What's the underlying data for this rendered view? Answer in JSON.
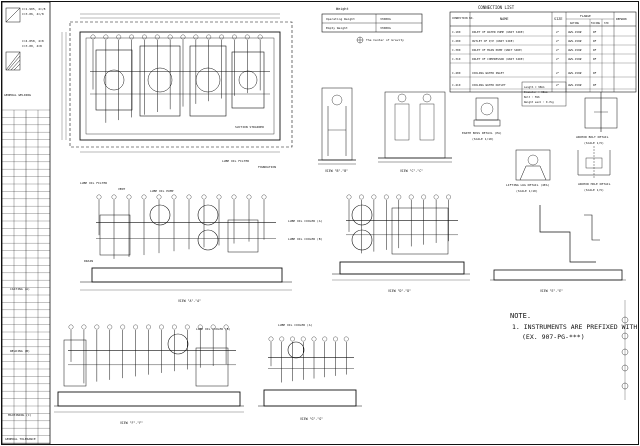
{
  "side_table": {
    "rows": [
      "C=1.905, 4=/8",
      "C=3.06, 4=/8",
      "C=4.858, 4=8",
      "C=3.00, 4=8",
      "GENERAL WELDING",
      "CASTING (A)",
      "WELDING (B)",
      "MACHINING (C)",
      "GENERAL TOLERANCE"
    ]
  },
  "weight_table": {
    "header": "Weight",
    "rows": [
      {
        "label": "Operating Weight",
        "value": "3300KG"
      },
      {
        "label": "Empty Weight",
        "value": "3300KG"
      }
    ],
    "cog_label": "The Center of Gravity"
  },
  "connection_list": {
    "title": "CONNECTION LIST",
    "headers": [
      "CONNECTION NO.",
      "NAME",
      "SIZE",
      "FLANGE",
      "REMARK"
    ],
    "subheaders": [
      "RATING",
      "FACING",
      "STD"
    ],
    "rows": [
      {
        "no": "C-100",
        "name": "INLET OF WATER PUMP (UNIT SIDE)",
        "size": "2\"",
        "rating": "AWS-150#",
        "facing": "RF"
      },
      {
        "no": "C-200",
        "name": "OUTLET OF P/P (UNIT SIDE)",
        "size": "2\"",
        "rating": "AWS-150#",
        "facing": "RF"
      },
      {
        "no": "C-300",
        "name": "INLET OF MAIN PUMP (UNIT SIDE)",
        "size": "2\"",
        "rating": "AWS-150#",
        "facing": "RF"
      },
      {
        "no": "C-310",
        "name": "INLET OF COMPRESSOR (UNIT SIDE)",
        "size": "2\"",
        "rating": "AWS-150#",
        "facing": "RF"
      },
      {
        "no": "C-400",
        "name": "COOLING WATER INLET",
        "size": "2\"",
        "rating": "AWS-150#",
        "facing": "RF"
      },
      {
        "no": "C-410",
        "name": "COOLING WATER OUTLET",
        "size": "2\"",
        "rating": "AWS-150#",
        "facing": "RF"
      }
    ]
  },
  "detail_labels": {
    "earth_boss": "EARTH BOSS DETAIL (EA)",
    "anchor_bolt": "ANCHOR BOLT DETAIL",
    "lifting_lug": "LIFTING LUG DETAIL (4EA)",
    "anchor_hole": "ANCHOR HOLE DETAIL",
    "scale_1_10": "(SCALE 1/10)",
    "scale_1_5": "(SCALE 1/5)",
    "lug_spec": [
      "Length = 38mm",
      "Diameter = 30mm",
      "Bolt : M16",
      "Weight each : 0.7kg"
    ]
  },
  "views": {
    "a_a": "VIEW \"A\"-\"A\"",
    "b_b": "VIEW \"B\"-\"B\"",
    "c_c": "VIEW \"C\"-\"C\"",
    "d_d": "VIEW \"D\"-\"D\"",
    "e_e": "VIEW \"E\"-\"E\"",
    "f_f": "VIEW \"F\"-\"F\"",
    "g_g": "VIEW \"G\"-\"G\""
  },
  "callouts": [
    "LUBE OIL FILTER",
    "LUBE OIL PUMP",
    "LUBE OIL COOLER (A)",
    "LUBE OIL COOLER (B)",
    "SUCTION STRAINER",
    "VENT",
    "DRAIN",
    "FOUNDATION"
  ],
  "note": {
    "title": "NOTE.",
    "line1": "1. INSTRUMENTS ARE PREFIXED WITH 907",
    "line2": "(EX. 907-PG-***)"
  }
}
